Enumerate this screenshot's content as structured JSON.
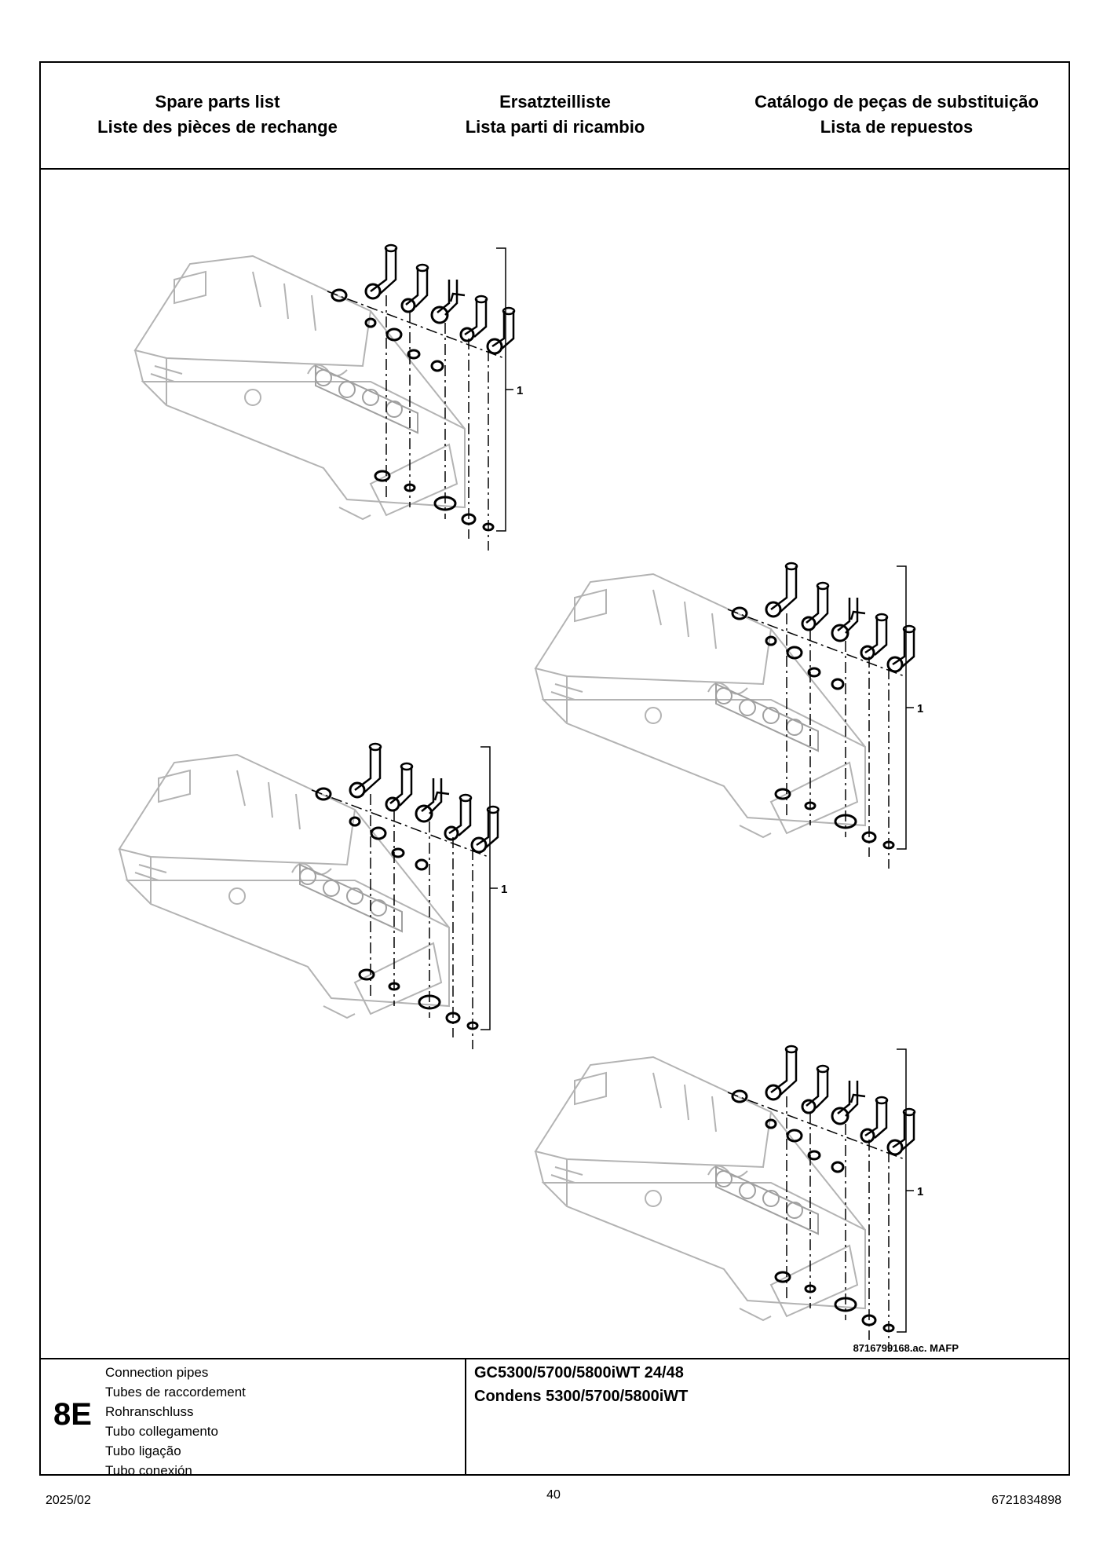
{
  "header": {
    "col1": [
      "Spare parts list",
      "Liste des pièces de rechange"
    ],
    "col2": [
      "Ersatzteilliste",
      "Lista parti di ricambio"
    ],
    "col3": [
      "Catálogo de peças de substituição",
      "Lista de repuestos"
    ]
  },
  "drawing": {
    "callout": "1",
    "doc_ref": "8716799168.ac. MAFP"
  },
  "footer": {
    "section": "8E",
    "descriptions": [
      "Connection pipes",
      "Tubes de raccordement",
      "Rohranschluss",
      "Tubo collegamento",
      "Tubo ligação",
      "Tubo conexión"
    ],
    "models": [
      "GC5300/5700/5800iWT 24/48",
      "Condens 5300/5700/5800iWT"
    ]
  },
  "page": {
    "date": "2025/02",
    "number": "40",
    "code": "6721834898"
  }
}
